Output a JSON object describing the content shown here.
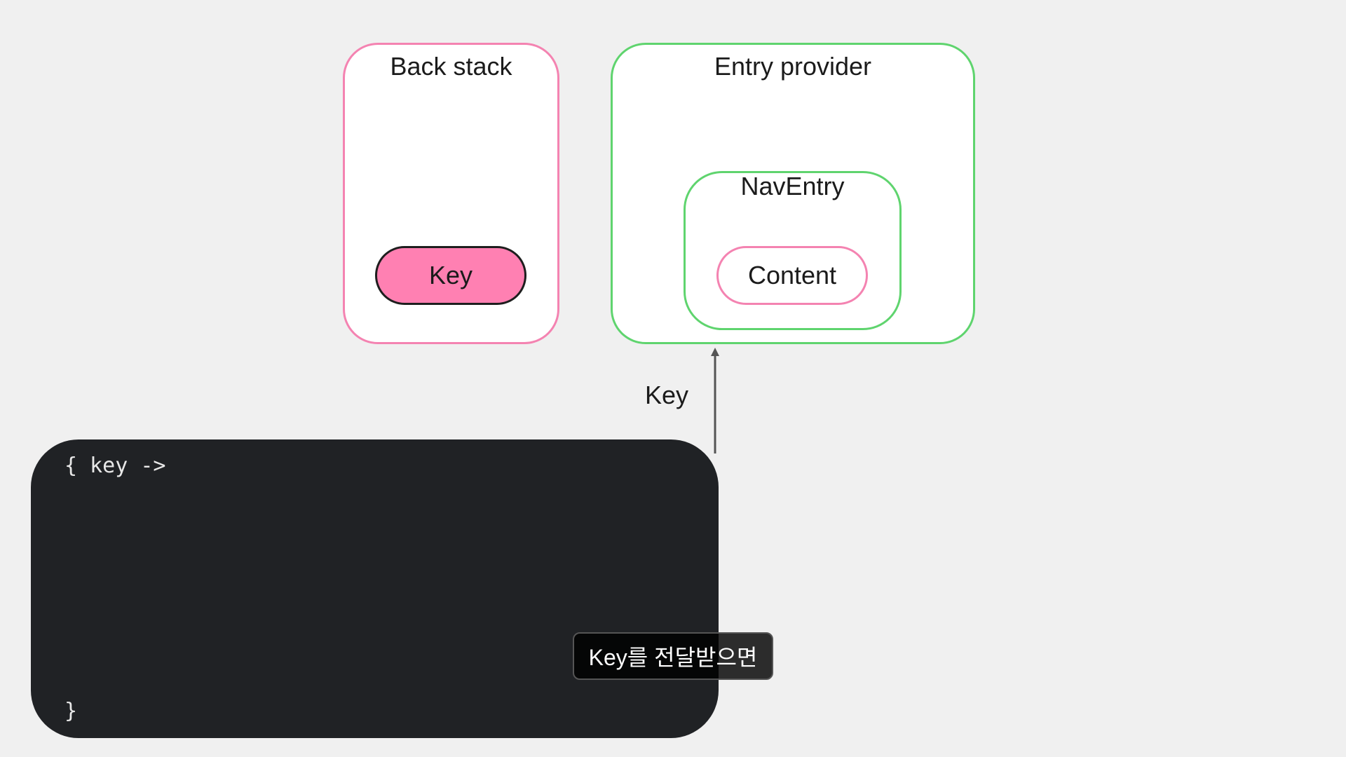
{
  "back_stack": {
    "title": "Back stack",
    "key_label": "Key"
  },
  "entry_provider": {
    "title": "Entry provider",
    "nav_entry": {
      "title": "NavEntry",
      "content_label": "Content"
    }
  },
  "arrow_label": "Key",
  "code": {
    "line1": "{ key ->",
    "line_last": "}"
  },
  "caption": "Key를 전달받으면",
  "colors": {
    "pink": "#f483b1",
    "key_fill": "#ff80b2",
    "green": "#5fd46e",
    "code_bg": "#202225",
    "background": "#f0f0f0"
  }
}
